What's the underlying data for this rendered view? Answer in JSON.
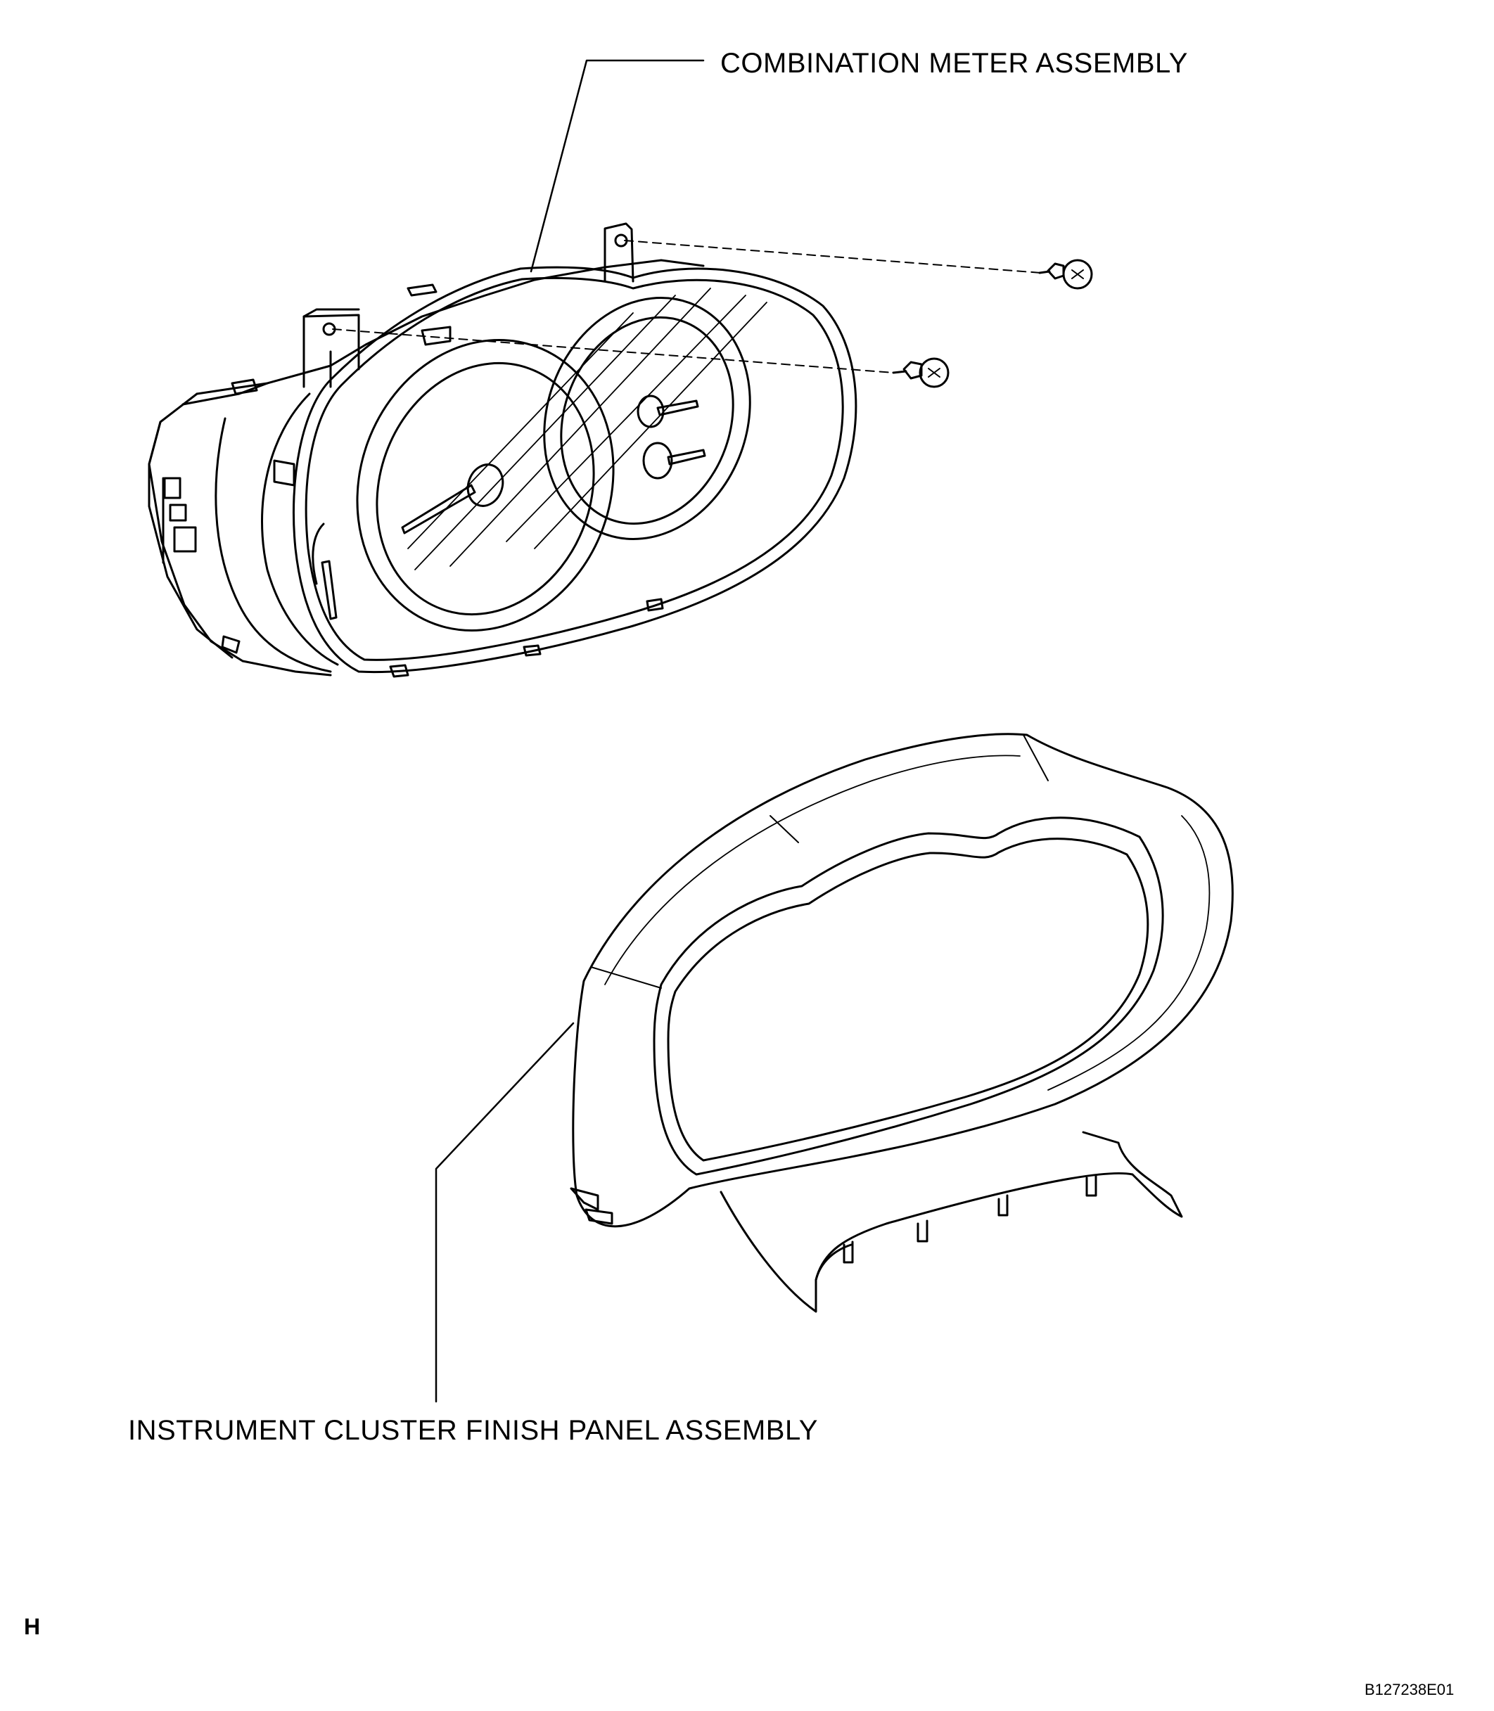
{
  "labels": {
    "combination_meter": "COMBINATION METER ASSEMBLY",
    "finish_panel": "INSTRUMENT CLUSTER FINISH PANEL ASSEMBLY"
  },
  "footer": {
    "corner_letter": "H",
    "figure_code": "B127238E01"
  },
  "colors": {
    "line": "#000000",
    "background": "#ffffff"
  }
}
